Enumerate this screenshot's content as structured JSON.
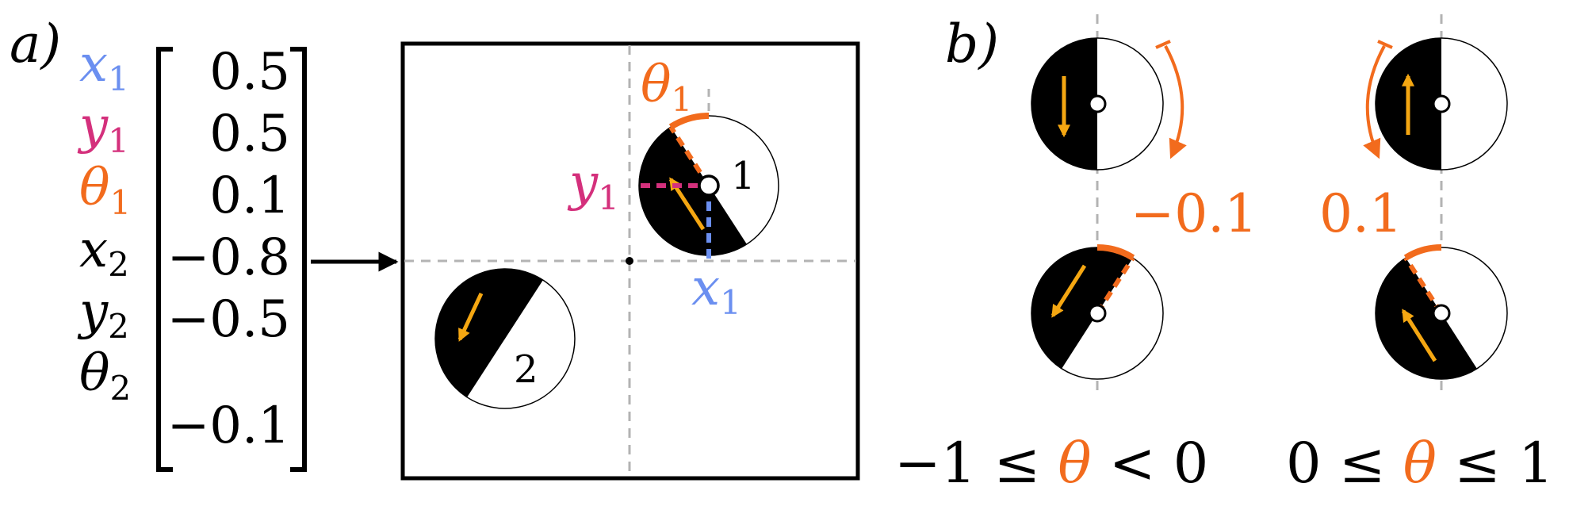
{
  "panel_a": {
    "label": "a)",
    "vector": {
      "rows": [
        {
          "sym": "x",
          "sub": "1",
          "value": "0.5",
          "color": "#6b8ff0"
        },
        {
          "sym": "y",
          "sub": "1",
          "value": "0.5",
          "color": "#d4307c"
        },
        {
          "sym": "θ",
          "sub": "1",
          "value": "0.1",
          "color": "#f26b1d"
        },
        {
          "sym": "x",
          "sub": "2",
          "value": "−0.8",
          "color": "#000000"
        },
        {
          "sym": "y",
          "sub": "2",
          "value": "−0.5",
          "color": "#000000"
        },
        {
          "sym": "θ",
          "sub": "2",
          "value": "−0.1",
          "color": "#000000"
        }
      ]
    },
    "scene": {
      "disc1_label": "1",
      "disc2_label": "2",
      "annot_theta": {
        "sym": "θ",
        "sub": "1"
      },
      "annot_y": {
        "sym": "y",
        "sub": "1"
      },
      "annot_x": {
        "sym": "x",
        "sub": "1"
      }
    }
  },
  "panel_b": {
    "label": "b)",
    "left_value": "−0.1",
    "right_value": "0.1",
    "left_range": {
      "lhs": "−1",
      "op1": "≤",
      "sym": "θ",
      "op2": "<",
      "rhs": "0"
    },
    "right_range": {
      "lhs": "0",
      "op1": "≤",
      "sym": "θ",
      "op2": "≤",
      "rhs": "1"
    }
  },
  "colors": {
    "x1": "#6b8ff0",
    "y1": "#d4307c",
    "theta": "#f26b1d",
    "arrow": "#f5a712",
    "guide": "#b3b3b3",
    "ink": "#000000"
  }
}
